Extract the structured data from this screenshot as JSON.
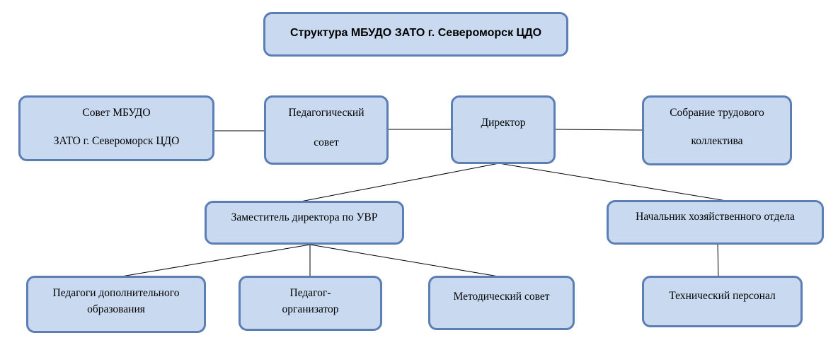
{
  "diagram": {
    "title": "Структура МБУДО ЗАТО г. Североморск ЦДО",
    "sovet": {
      "line1": "Совет МБУДО",
      "line2": "ЗАТО г. Североморск ЦДО"
    },
    "ped_sovet": {
      "line1": "Педагогический",
      "line2": "совет"
    },
    "director": "Директор",
    "sobranie": {
      "line1": "Собрание трудового",
      "line2": "коллектива"
    },
    "deputy": "Заместитель директора по УВР",
    "nachalnik": "Начальник хозяйственного отдела",
    "pedagogi": {
      "line1": "Педагоги дополнительного",
      "line2": "образования"
    },
    "organizer": {
      "line1": "Педагог-",
      "line2": "организатор"
    },
    "metod": "Методический совет",
    "tech": "Технический персонал",
    "colors": {
      "box_fill": "#c8d9f0",
      "box_border": "#5b7fb4",
      "connector": "#000000"
    }
  }
}
